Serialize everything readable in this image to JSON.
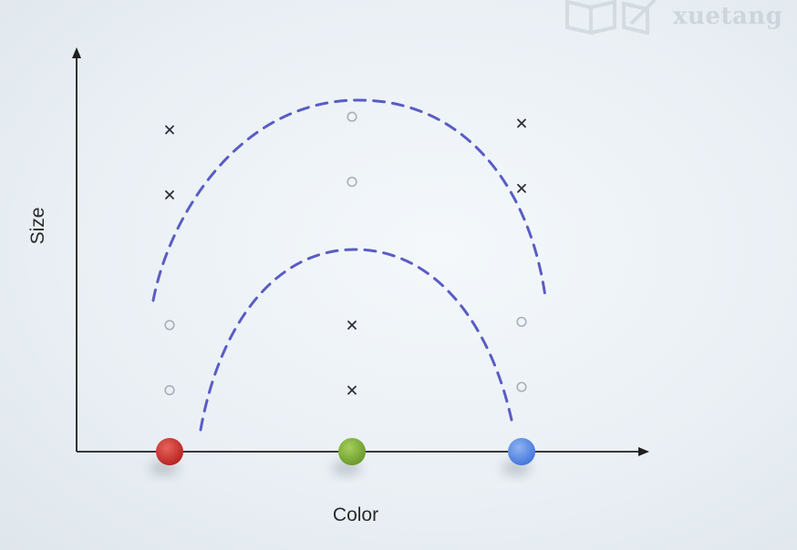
{
  "watermark": {
    "text": "xuetang",
    "logo_icon": "book-logo-icon"
  },
  "chart_data": {
    "type": "scatter",
    "xlabel": "Color",
    "ylabel": "Size",
    "x_categories": [
      "red",
      "green",
      "blue"
    ],
    "category_colors": {
      "red": "#c4302b",
      "green": "#7fae3a",
      "blue": "#5b8de8"
    },
    "series": [
      {
        "marker": "x",
        "points": [
          [
            0,
            5
          ],
          [
            0,
            4
          ],
          [
            1,
            2
          ],
          [
            1,
            1
          ],
          [
            2,
            5.1
          ],
          [
            2,
            4.1
          ]
        ]
      },
      {
        "marker": "o",
        "points": [
          [
            0,
            2
          ],
          [
            0,
            1
          ],
          [
            1,
            5.2
          ],
          [
            1,
            4.2
          ],
          [
            2,
            2.05
          ],
          [
            2,
            1.05
          ]
        ]
      }
    ],
    "boundaries": [
      "outer-dashed-curve",
      "inner-dashed-curve"
    ],
    "accent_colors": {
      "boundary": "#5a5cc4",
      "x_marker": "#2e2e3a",
      "o_marker": "#a7afba",
      "axis": "#1f1f1f"
    }
  }
}
